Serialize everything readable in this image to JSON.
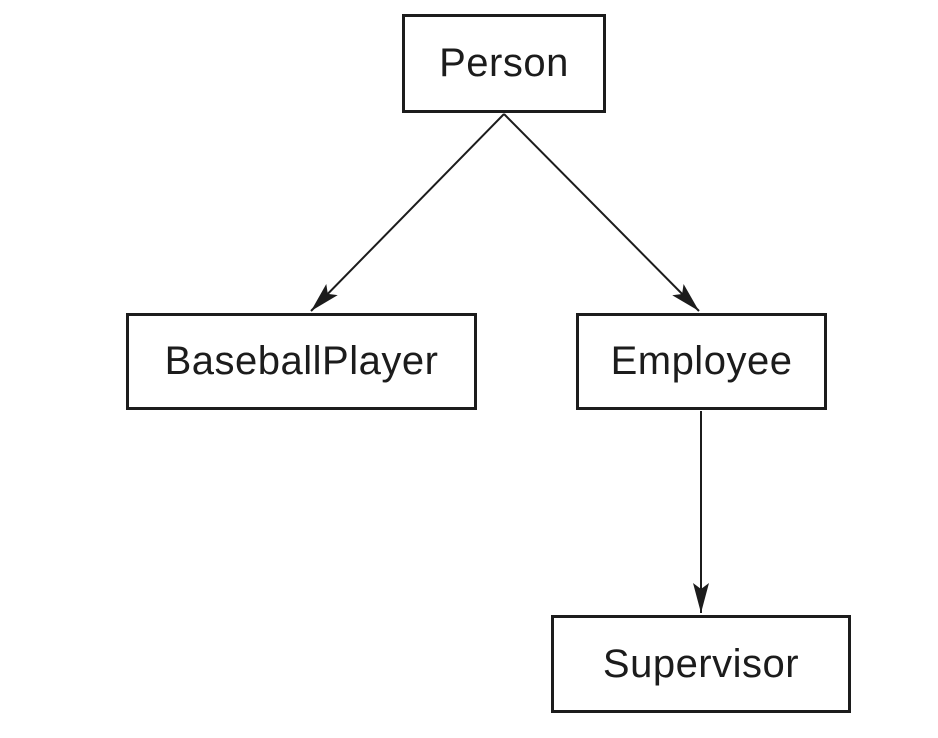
{
  "diagram": {
    "kind": "class-hierarchy-tree",
    "nodes": [
      {
        "id": "person",
        "label": "Person"
      },
      {
        "id": "baseball-player",
        "label": "BaseballPlayer"
      },
      {
        "id": "employee",
        "label": "Employee"
      },
      {
        "id": "supervisor",
        "label": "Supervisor"
      }
    ],
    "edges": [
      {
        "from": "Person",
        "to": "BaseballPlayer",
        "style": "solid-line-filled-arrowhead"
      },
      {
        "from": "Person",
        "to": "Employee",
        "style": "solid-line-filled-arrowhead"
      },
      {
        "from": "Employee",
        "to": "Supervisor",
        "style": "solid-line-filled-arrowhead"
      }
    ],
    "colors": {
      "background": "#ffffff",
      "node_fill": "#ffffff",
      "node_border": "#1c1c1c",
      "edge_line": "#1c1c1c",
      "text": "#1c1c1c"
    }
  }
}
